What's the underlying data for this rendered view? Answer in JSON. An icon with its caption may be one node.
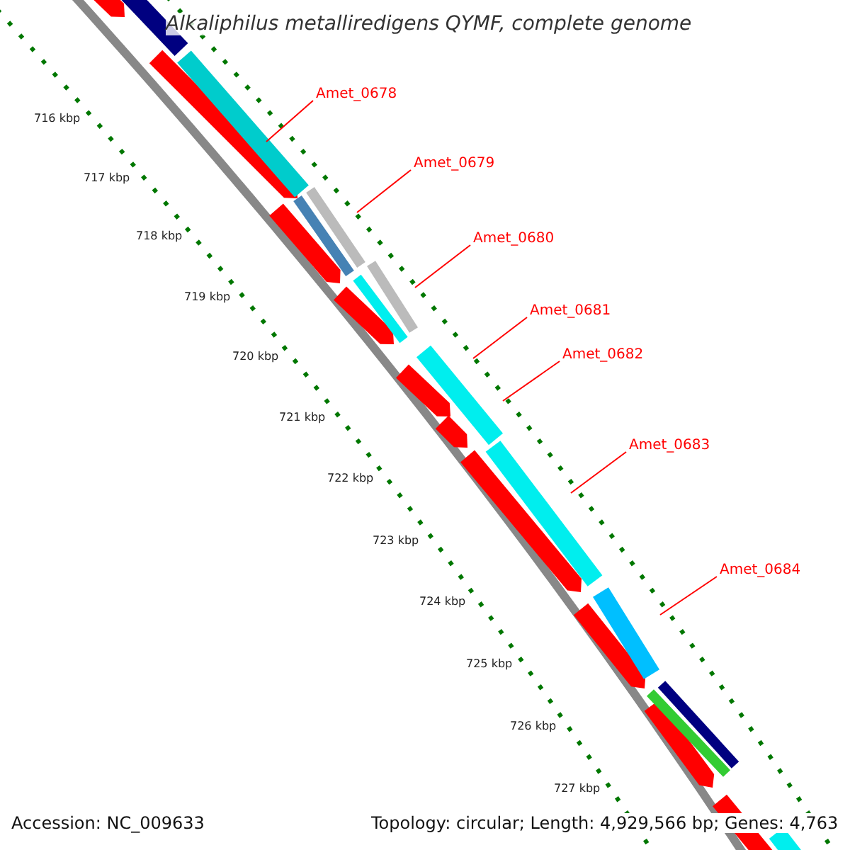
{
  "diagram": {
    "title": "Alkaliphilus metalliredigens QYMF, complete genome",
    "nodes": [
      {
        "text": [
          "Amet_0678"
        ]
      },
      {
        "text": [
          "Amet_0679"
        ]
      },
      {
        "text": [
          "Amet_0680"
        ]
      },
      {
        "text": [
          "Amet_0681"
        ]
      },
      {
        "text": [
          "Amet_0682"
        ]
      },
      {
        "text": [
          "Amet_0683"
        ]
      },
      {
        "text": [
          "Amet_0684"
        ]
      }
    ],
    "edges": [
      {
        "from": 0,
        "to": null,
        "arrow": "none"
      },
      {
        "from": 1,
        "to": null,
        "arrow": "none"
      },
      {
        "from": 2,
        "to": null,
        "arrow": "none"
      },
      {
        "from": 3,
        "to": null,
        "arrow": "none"
      },
      {
        "from": 4,
        "to": null,
        "arrow": "none"
      },
      {
        "from": 5,
        "to": null,
        "arrow": "none"
      },
      {
        "from": 6,
        "to": null,
        "arrow": "none"
      }
    ],
    "labels": [
      "716 kbp",
      "717 kbp",
      "718 kbp",
      "719 kbp",
      "720 kbp",
      "721 kbp",
      "722 kbp",
      "723 kbp",
      "724 kbp",
      "725 kbp",
      "726 kbp",
      "727 kbp",
      "Accession: NC_009633",
      "Topology: circular; Length: 4,929,566 bp; Genes: 4,763"
    ]
  }
}
